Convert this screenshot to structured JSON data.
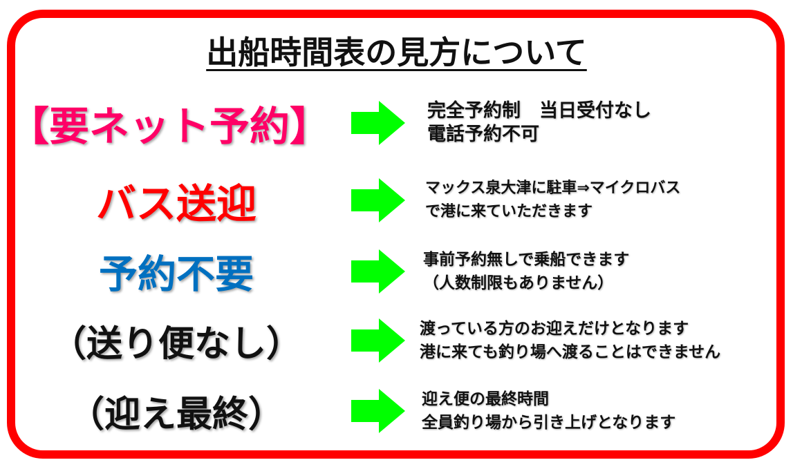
{
  "title": "出船時間表の見方について",
  "colors": {
    "border": "#ff0000",
    "arrow": "#00ff00",
    "pink": "#ff0066",
    "red": "#ff0000",
    "blue": "#0070c0",
    "black": "#111111"
  },
  "rows": [
    {
      "label": "【要ネット予約】",
      "color": "#ff0066",
      "lines": [
        "完全予約制　当日受付なし",
        "電話予約不可"
      ]
    },
    {
      "label": "バス送迎",
      "color": "#ff0000",
      "lines": [
        "マックス泉大津に駐車⇒マイクロバス",
        "で港に来ていただきます"
      ]
    },
    {
      "label": "予約不要",
      "color": "#0070c0",
      "lines": [
        "事前予約無しで乗船できます",
        "（人数制限もありません）"
      ]
    },
    {
      "label": "（送り便なし）",
      "color": "#111111",
      "lines": [
        "渡っている方のお迎えだけとなります",
        "港に来ても釣り場へ渡ることはできません"
      ]
    },
    {
      "label": "（迎え最終）",
      "color": "#111111",
      "lines": [
        "迎え便の最終時間",
        "全員釣り場から引き上げとなります"
      ]
    }
  ]
}
